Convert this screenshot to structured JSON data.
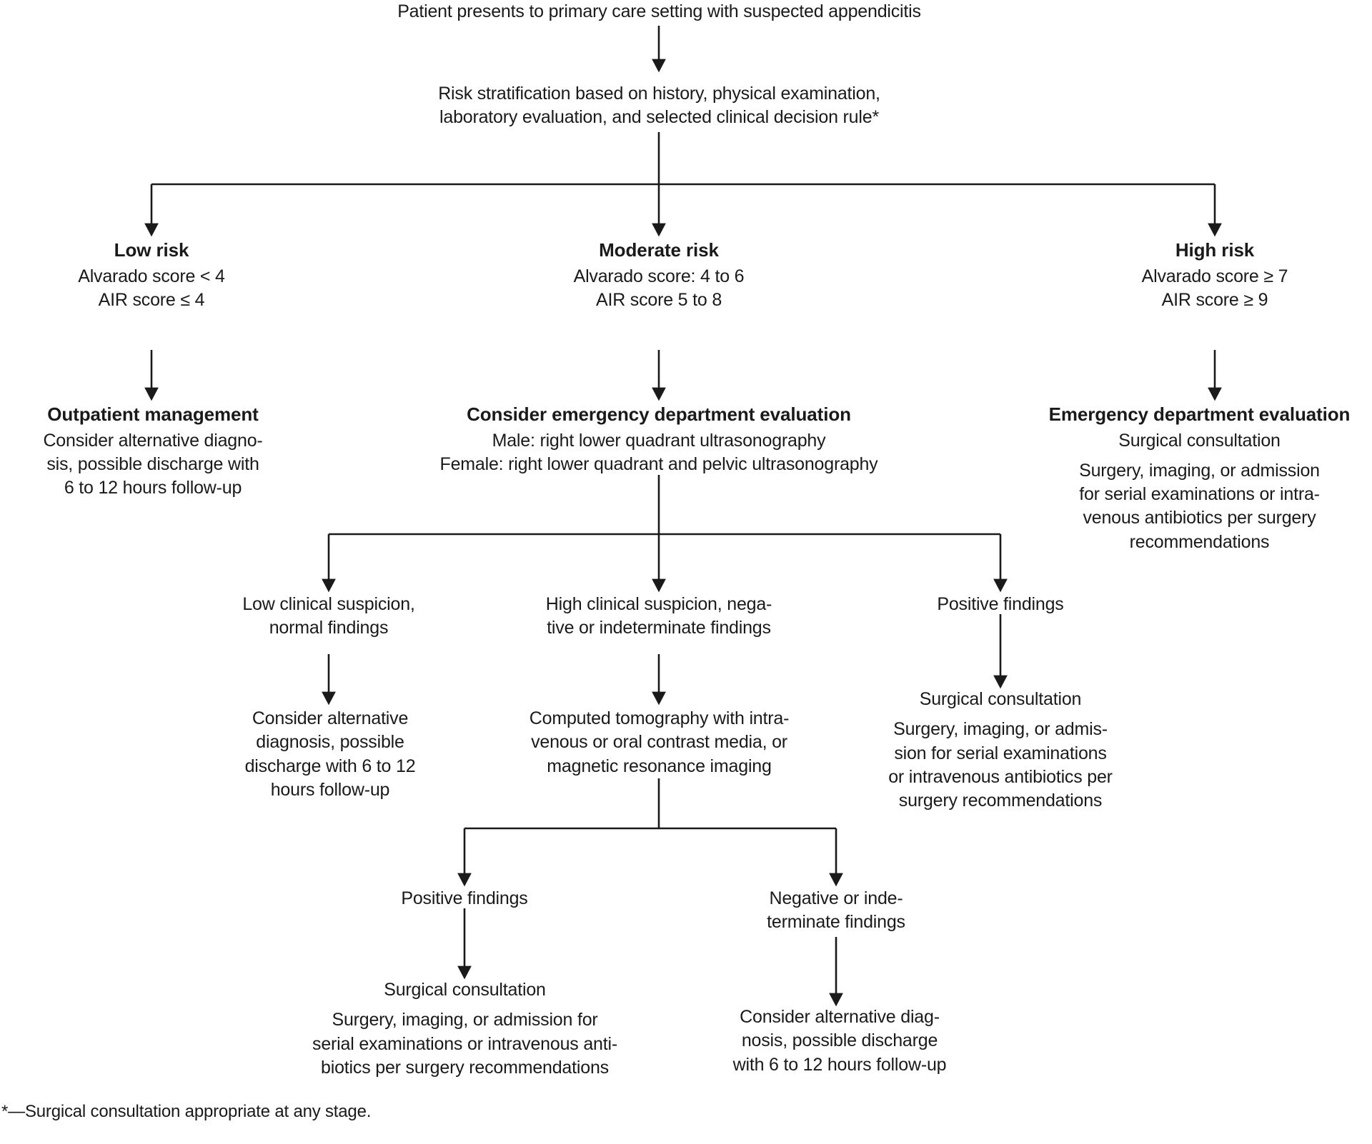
{
  "diagram": {
    "title": "Suspected appendicitis clinical decision pathway",
    "line_color": "#1a1a1a",
    "background": "#ffffff",
    "text_color": "#1a1a1a"
  },
  "nodes": {
    "start": {
      "text": "Patient presents to primary care setting with suspected appendicitis"
    },
    "risk_stratification": {
      "line1": "Risk stratification based on history, physical examination,",
      "line2": "laboratory evaluation, and selected clinical decision rule*"
    },
    "low_risk": {
      "title": "Low risk",
      "line1": "Alvarado score < 4",
      "line2": "AIR score ≤ 4"
    },
    "moderate_risk": {
      "title": "Moderate risk",
      "line1": "Alvarado score: 4 to 6",
      "line2": "AIR score 5 to 8"
    },
    "high_risk": {
      "title": "High risk",
      "line1": "Alvarado score ≥ 7",
      "line2": "AIR score ≥ 9"
    },
    "outpatient_management": {
      "title": "Outpatient management",
      "line1": "Consider alternative diagno-",
      "line2": "sis, possible discharge with",
      "line3": "6 to 12 hours follow-up"
    },
    "consider_ed": {
      "title": "Consider emergency department evaluation",
      "line1": "Male: right lower quadrant ultrasonography",
      "line2": "Female: right lower quadrant and pelvic ultrasonography"
    },
    "ed_evaluation": {
      "title": "Emergency department evaluation",
      "line1": "Surgical consultation",
      "line2": "Surgery, imaging, or admission",
      "line3": "for serial examinations or intra-",
      "line4": "venous antibiotics per surgery",
      "line5": "recommendations"
    },
    "low_suspicion": {
      "line1": "Low clinical suspicion,",
      "line2": "normal findings"
    },
    "high_suspicion": {
      "line1": "High clinical suspicion, nega-",
      "line2": "tive or indeterminate findings"
    },
    "us_positive": {
      "line1": "Positive findings"
    },
    "alt_diagnosis_1": {
      "line1": "Consider alternative",
      "line2": "diagnosis, possible",
      "line3": "discharge with 6 to 12",
      "line4": "hours follow-up"
    },
    "advanced_imaging": {
      "line1": "Computed tomography with intra-",
      "line2": "venous or oral contrast media, or",
      "line3": "magnetic resonance imaging"
    },
    "surgical_consult_us": {
      "line1": "Surgical consultation",
      "line2": "Surgery, imaging, or admis-",
      "line3": "sion for serial examinations",
      "line4": "or intravenous antibiotics per",
      "line5": "surgery recommendations"
    },
    "ct_positive": {
      "line1": "Positive findings"
    },
    "ct_negative": {
      "line1": "Negative or inde-",
      "line2": "terminate findings"
    },
    "surgical_consult_ct": {
      "line1": "Surgical consultation",
      "line2": "Surgery, imaging, or admission for",
      "line3": "serial examinations or intravenous anti-",
      "line4": "biotics per surgery recommendations"
    },
    "alt_diagnosis_2": {
      "line1": "Consider alternative diag-",
      "line2": "nosis, possible discharge",
      "line3": "with 6 to 12 hours follow-up"
    }
  },
  "footnote": {
    "text": "*—Surgical consultation appropriate at any stage."
  }
}
